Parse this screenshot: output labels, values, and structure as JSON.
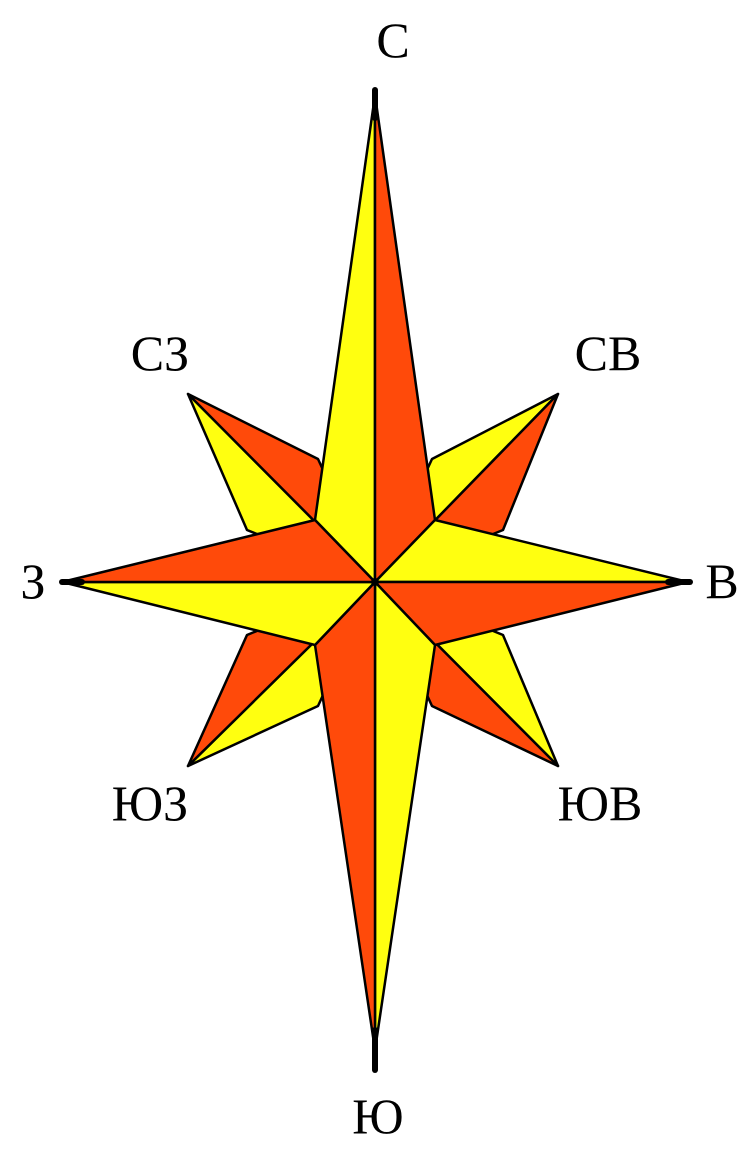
{
  "colors": {
    "background": "#ffffff",
    "yellow": "#ffff10",
    "orange": "#ff4a0a",
    "outline": "#000000"
  },
  "labels": {
    "north": "С",
    "northeast": "СВ",
    "east": "В",
    "southeast": "ЮВ",
    "south": "Ю",
    "southwest": "ЮЗ",
    "west": "З",
    "northwest": "СЗ"
  }
}
